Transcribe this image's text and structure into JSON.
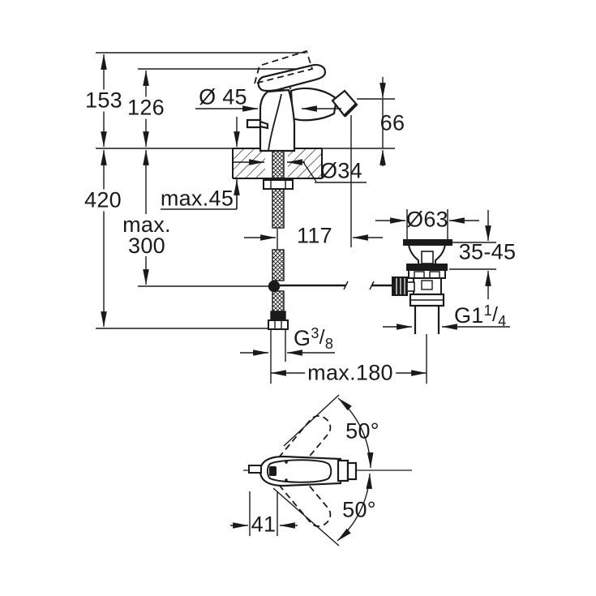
{
  "colors": {
    "background": "#ffffff",
    "line": "#1a1a1a"
  },
  "side_view": {
    "height_overall": "153",
    "height_spout": "126",
    "body_diameter": "Ø 45",
    "spout_to_deck": "66",
    "height_below_total": "420",
    "deck_thickness": "max.45",
    "hole_diameter": "Ø34",
    "hose_clearance_line1": "max.",
    "hose_clearance_line2": "300",
    "spout_reach": "117"
  },
  "waste_set": {
    "flange_diameter": "Ø63",
    "clamping_range": "35-45",
    "waste_thread": {
      "base": "G1",
      "numerator": "1",
      "divider": "/",
      "denominator": "4"
    },
    "supply_thread": {
      "base": "G",
      "numerator": "3",
      "divider": "/",
      "denominator": "8"
    },
    "max_center_distance": "max.180"
  },
  "top_view": {
    "swivel_angle_upper": "50°",
    "swivel_angle_lower": "50°",
    "lever_offset": "41"
  }
}
